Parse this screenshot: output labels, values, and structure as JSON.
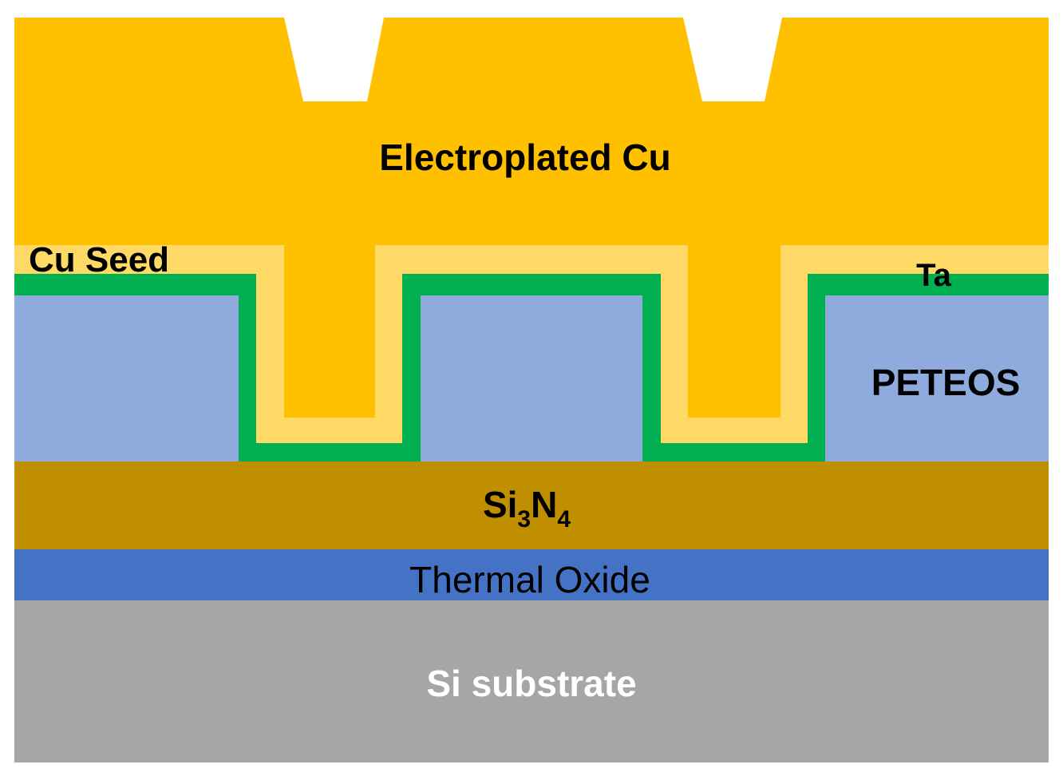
{
  "diagram": {
    "layers": {
      "electroplated_cu": {
        "label": "Electroplated Cu",
        "color": "#FFC000"
      },
      "cu_seed": {
        "label": "Cu Seed",
        "color": "#FFD966"
      },
      "ta": {
        "label": "Ta",
        "color": "#00B050"
      },
      "peteos": {
        "label": "PETEOS",
        "color": "#8FAADC"
      },
      "si3n4": {
        "label_main": "Si",
        "sub1": "3",
        "label_mid": "N",
        "sub2": "4",
        "color": "#BF8F00"
      },
      "thermal_oxide": {
        "label": "Thermal Oxide",
        "color": "#4472C4"
      },
      "si_substrate": {
        "label": "Si substrate",
        "color": "#A6A6A6"
      }
    },
    "label_colors": {
      "dark": "#000000",
      "light": "#FFFFFF"
    }
  }
}
